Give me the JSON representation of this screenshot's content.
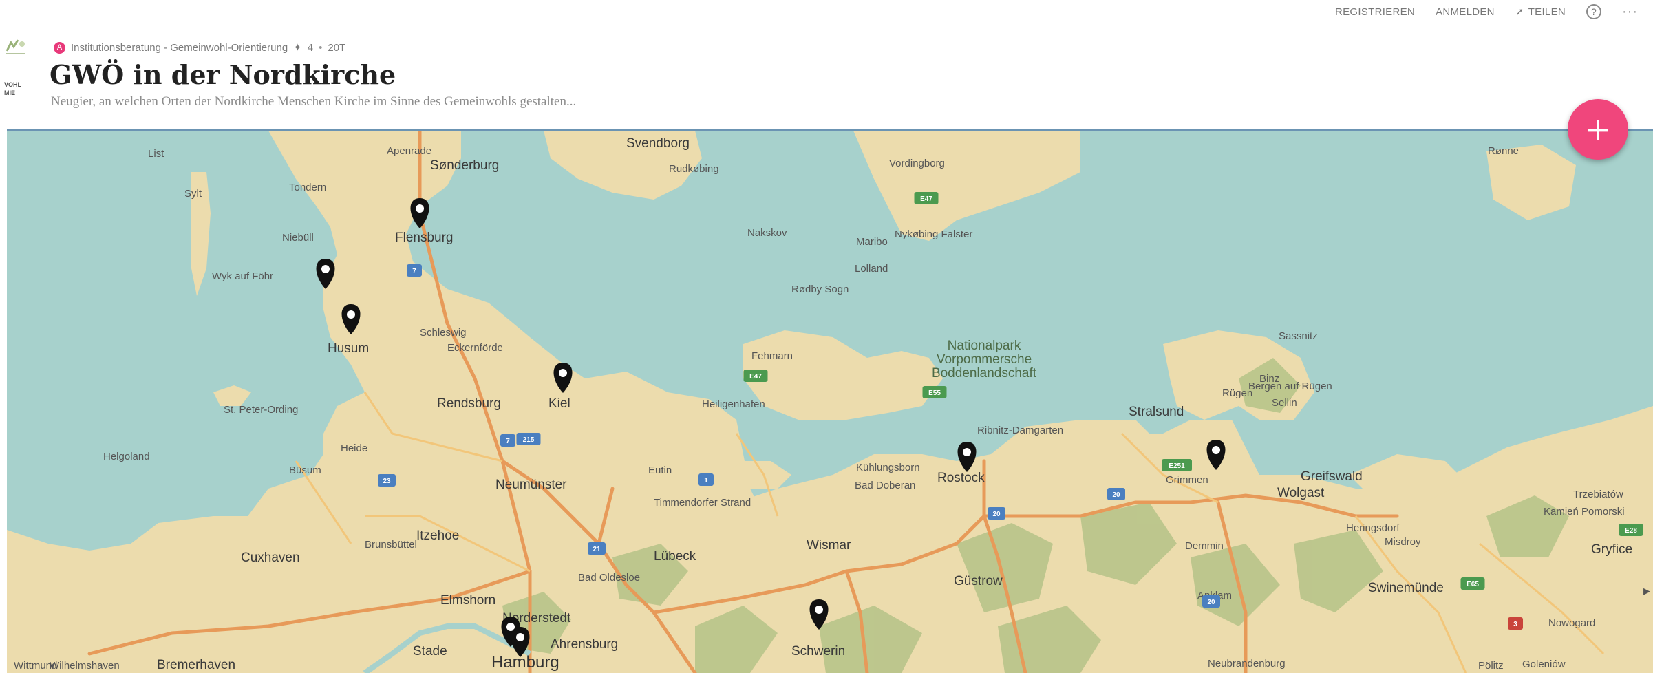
{
  "nav": {
    "register": "REGISTRIEREN",
    "login": "ANMELDEN",
    "share": "TEILEN",
    "help": "?",
    "more": "···"
  },
  "logo": {
    "line1": "VOHL",
    "line2": "MIE"
  },
  "meta": {
    "avatar_letter": "A",
    "organization": "Institutionsberatung - Gemeinwohl-Orientierung",
    "likes": "4",
    "separator": "•",
    "age": "20T"
  },
  "header": {
    "title": "GWÖ in der Nordkirche",
    "description": "Neugier, an welchen Orten der Nordkirche Menschen Kirche im Sinne des Gemeinwohls gestalten..."
  },
  "map": {
    "water_labels": [
      "List",
      "Sylt",
      "Helgoland",
      "Fehmarn",
      "Rønne"
    ],
    "park_label_lines": [
      "Nationalpark",
      "Vorpommersche",
      "Boddenlandschaft"
    ],
    "city_labels": [
      "Apenrade",
      "Sønderburg",
      "Svendborg",
      "Rudkøbing",
      "Vordingborg",
      "Tondern",
      "Flensburg",
      "Niebüll",
      "Wyk auf Föhr",
      "Husum",
      "Schleswig",
      "Eckernförde",
      "St. Peter-Ording",
      "Rendsburg",
      "Kiel",
      "Heiligenhafen",
      "Heide",
      "Büsum",
      "Neumünster",
      "Eutin",
      "Itzehoe",
      "Brunsbüttel",
      "Cuxhaven",
      "Lübeck",
      "Bad Oldesloe",
      "Elmshorn",
      "Norderstedt",
      "Ahrensburg",
      "Stade",
      "Hamburg",
      "Wismar",
      "Schwerin",
      "Güstrow",
      "Rostock",
      "Bad Doberan",
      "Kühlungsborn",
      "Ribnitz-Damgarten",
      "Stralsund",
      "Greifswald",
      "Wolgast",
      "Grimmen",
      "Demmin",
      "Anklam",
      "Neubrandenburg",
      "Sassnitz",
      "Binz",
      "Sellin",
      "Misdroy",
      "Swinemünde",
      "Heringsdorf",
      "Kamień Pomorski",
      "Trzebiatów",
      "Gryfice",
      "Nowogard",
      "Goleniów",
      "Pölitz",
      "Nakskov",
      "Maribo",
      "Lolland",
      "Nykøbing Falster",
      "Rødby Sogn",
      "Timmendorfer Strand",
      "Wilhelmshaven",
      "Bremerhaven",
      "Wittmund",
      "Bergen auf Rügen",
      "Rügen"
    ],
    "road_shields": [
      "7",
      "7",
      "215",
      "23",
      "1",
      "21",
      "20",
      "20",
      "20",
      "E47",
      "E47",
      "E55",
      "E251",
      "E65",
      "3",
      "E28"
    ],
    "marker_places": [
      "Flensburg",
      "Föhr",
      "Husum",
      "Kiel",
      "Rostock",
      "Greifswald",
      "Schwerin",
      "Hamburg",
      "Hamburg"
    ],
    "colors": {
      "sea": "#a7d1cc",
      "land": "#ecdcad",
      "forest": "#b8c48a",
      "motorway": "#e79a59",
      "shield": "#4a7fc0",
      "marker": "#111111",
      "fab": "#f0467c"
    }
  },
  "fab": {
    "icon": "plus-icon",
    "label": "+"
  }
}
